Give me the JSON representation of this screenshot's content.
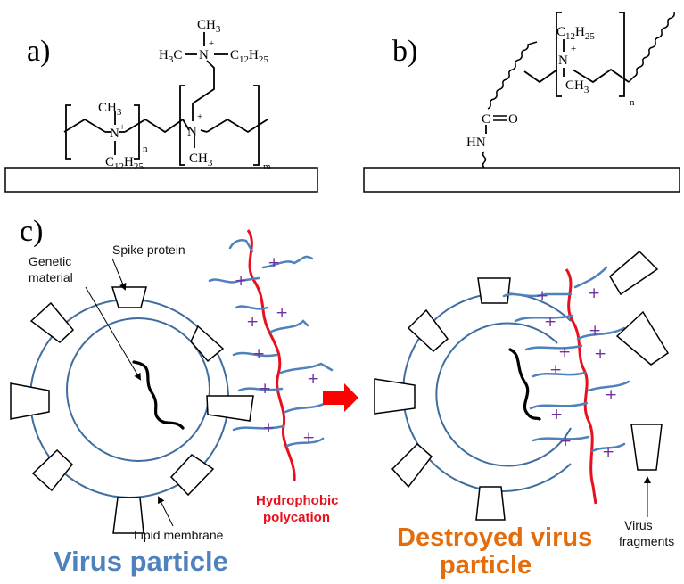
{
  "panels": {
    "a": "a)",
    "b": "b)",
    "c": "c)"
  },
  "chem_a": {
    "top_ch3": "CH",
    "top_ch3_sub": "3",
    "top_plus": "+",
    "top_n": "N",
    "top_h3c": "H",
    "top_h3c_sub": "3",
    "top_h3c_c": "C",
    "top_c12h25_c": "C",
    "top_c12h25_sub1": "12",
    "top_c12h25_h": "H",
    "top_c12h25_sub2": "25",
    "left_ch3": "CH",
    "left_ch3_sub": "3",
    "left_n": "N",
    "left_plus": "+",
    "left_c12": "C",
    "left_c12_sub1": "12",
    "left_c12_h": "H",
    "left_c12_sub2": "25",
    "right_n": "N",
    "right_plus": "+",
    "right_ch3": "CH",
    "right_ch3_sub": "3",
    "n_sub": "n",
    "m_sub": "m"
  },
  "chem_b": {
    "c12_c": "C",
    "c12_sub1": "12",
    "c12_h": "H",
    "c12_sub2": "25",
    "n": "N",
    "plus": "+",
    "ch3": "CH",
    "ch3_sub": "3",
    "n_sub": "n",
    "carbonyl_c": "C",
    "carbonyl_o": "O",
    "hn": "HN"
  },
  "panel_c": {
    "spike_protein": "Spike protein",
    "genetic_material_1": "Genetic",
    "genetic_material_2": "material",
    "lipid_membrane": "Lipid membrane",
    "virus_particle": "Virus particle",
    "hydrophobic_1": "Hydrophobic",
    "hydrophobic_2": "polycation",
    "destroyed_1": "Destroyed virus",
    "destroyed_2": "particle",
    "fragments_1": "Virus",
    "fragments_2": "fragments",
    "plus_sign": "+"
  },
  "colors": {
    "membrane": "#3f6e9e",
    "chain_blue": "#4f81bd",
    "polycation_red": "#e8101c",
    "arrow_red": "#ff0000",
    "plus_purple": "#7030a0",
    "virus_title_blue": "#4f81bd",
    "destroyed_title_orange": "#e46c0a"
  }
}
